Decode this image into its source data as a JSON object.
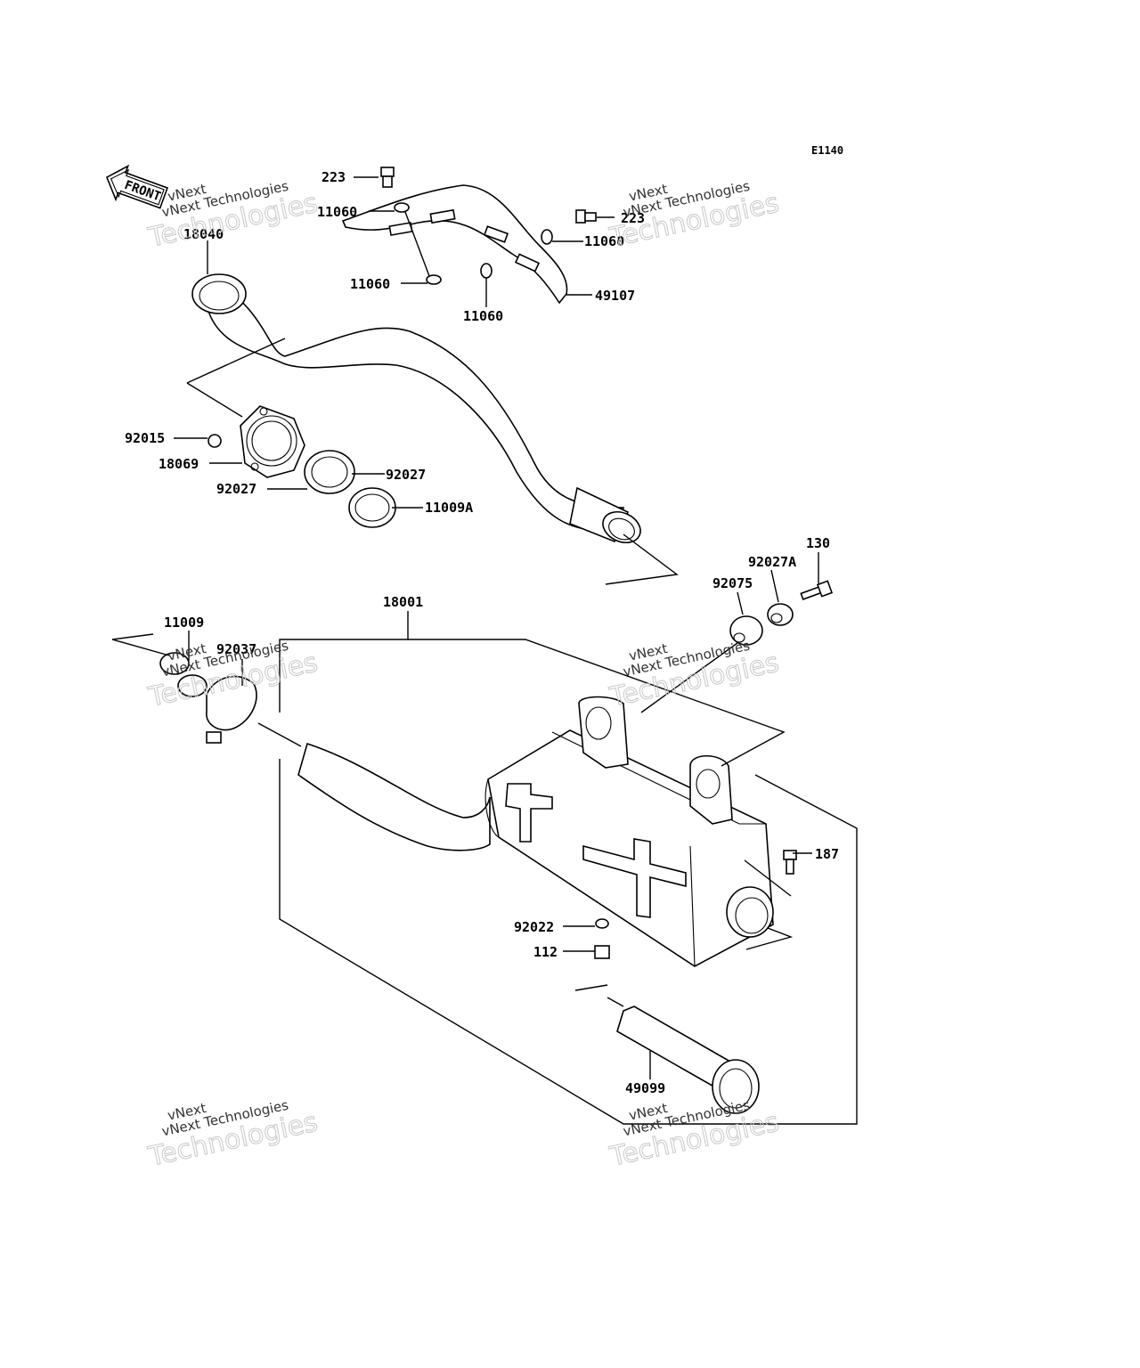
{
  "diagram": {
    "code": "E1140",
    "front_label": "FRONT",
    "watermark": {
      "line1": "vNext",
      "line2": "vNext Technologies",
      "line3": "Technologies"
    },
    "parts": [
      {
        "id": "p223a",
        "label": "223"
      },
      {
        "id": "p11060a",
        "label": "11060"
      },
      {
        "id": "p223b",
        "label": "223"
      },
      {
        "id": "p11060b",
        "label": "11060"
      },
      {
        "id": "p18040",
        "label": "18040"
      },
      {
        "id": "p11060c",
        "label": "11060"
      },
      {
        "id": "p11060d",
        "label": "11060"
      },
      {
        "id": "p49107",
        "label": "49107"
      },
      {
        "id": "p92015",
        "label": "92015"
      },
      {
        "id": "p18069",
        "label": "18069"
      },
      {
        "id": "p92027a",
        "label": "92027"
      },
      {
        "id": "p92027b",
        "label": "92027"
      },
      {
        "id": "p11009A",
        "label": "11009A"
      },
      {
        "id": "p130",
        "label": "130"
      },
      {
        "id": "p92027A",
        "label": "92027A"
      },
      {
        "id": "p92075",
        "label": "92075"
      },
      {
        "id": "p18001",
        "label": "18001"
      },
      {
        "id": "p11009",
        "label": "11009"
      },
      {
        "id": "p92037",
        "label": "92037"
      },
      {
        "id": "p187",
        "label": "187"
      },
      {
        "id": "p92022",
        "label": "92022"
      },
      {
        "id": "p112",
        "label": "112"
      },
      {
        "id": "p49099",
        "label": "49099"
      }
    ]
  }
}
